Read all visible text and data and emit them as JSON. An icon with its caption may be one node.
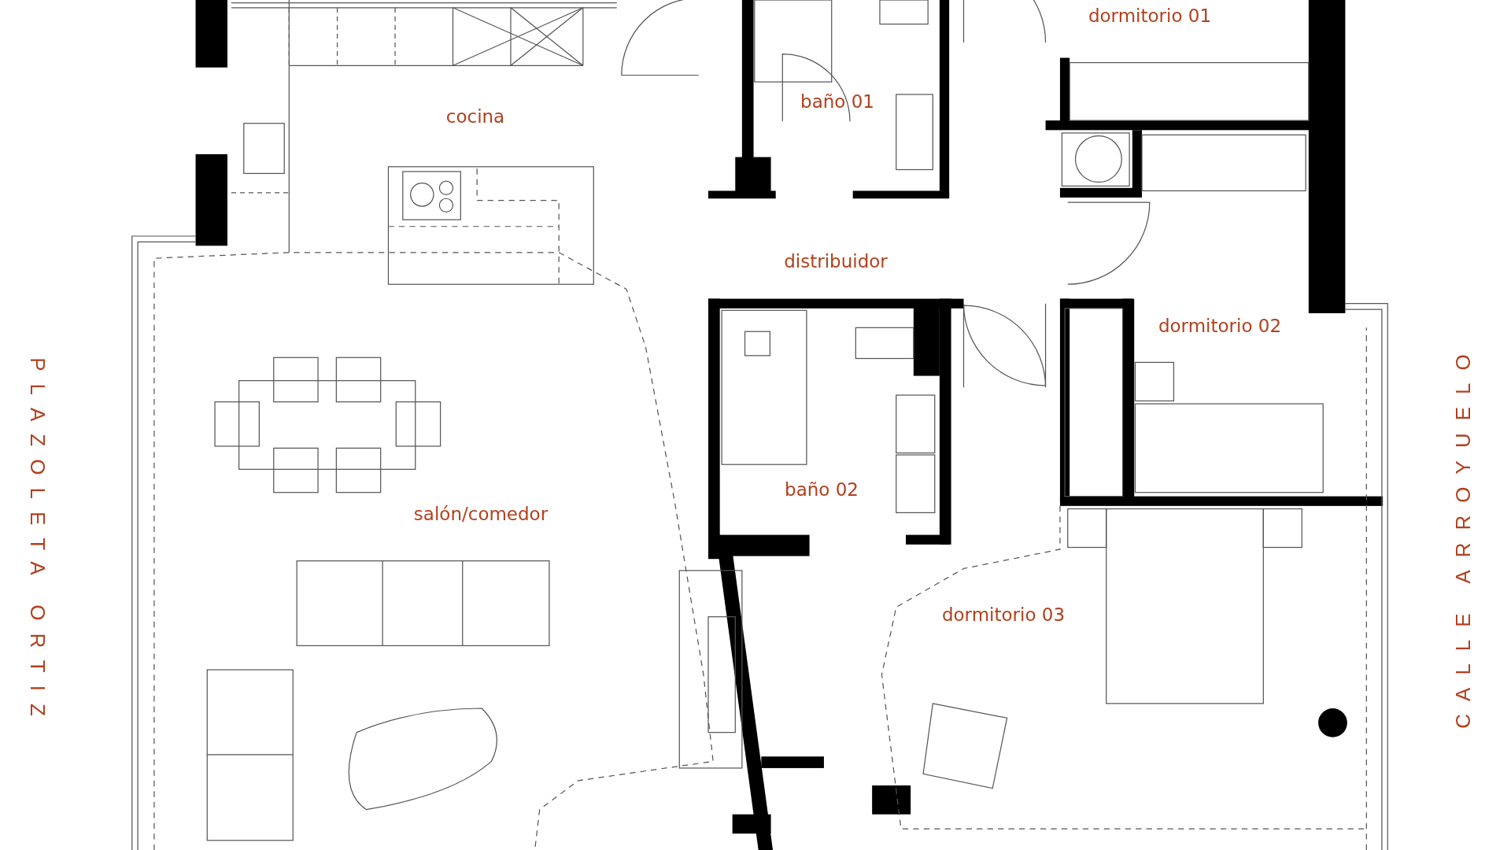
{
  "diagram": {
    "labels": [
      "dormitorio 01",
      "baño 01",
      "cocina",
      "distribuidor",
      "dormitorio 02",
      "PLAZOLETA ORTIZ",
      "CALLE ARROYUELO",
      "baño 02",
      "salón/comedor",
      "dormitorio 03"
    ]
  }
}
